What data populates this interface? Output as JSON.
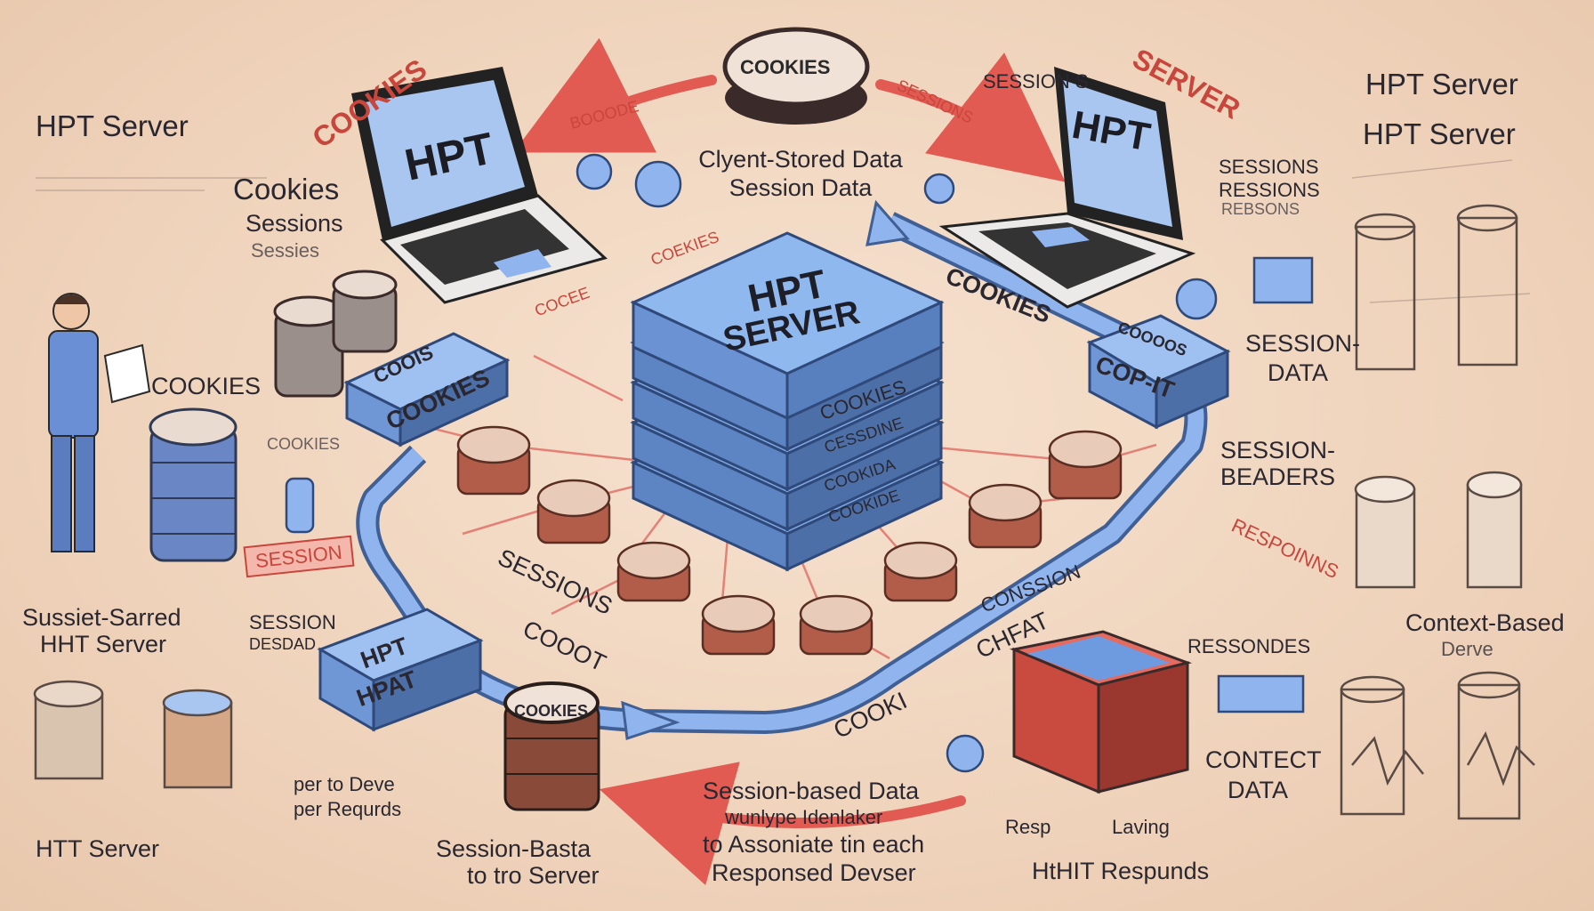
{
  "colors": {
    "background": "#efd6bf",
    "server_blue": "#7fa9e6",
    "server_blue_dark": "#4c6fa8",
    "arrow_red": "#e25b52",
    "arrow_blue": "#6e9be0",
    "ink": "#2a2730",
    "cookie_brown": "#9e5a45"
  },
  "icons": [
    "laptop-icon",
    "server-stack-icon",
    "cookie-stack-icon",
    "person-icon",
    "database-icon"
  ],
  "center": {
    "server_title": "HPT",
    "server_subtitle": "SERVER",
    "layer_labels": [
      "COOKIES",
      "CESSDINE",
      "COOKIDA",
      "COOKIDE"
    ]
  },
  "top": {
    "cookie_badge": "COOKIES",
    "left_arrow_label": "BOOODE",
    "right_arrow_label": "SESSIONS",
    "session_tag": "SESSION S",
    "client_data_line1": "Clyent-Stored Data",
    "client_data_line2": "Session Data"
  },
  "laptops": {
    "left_screen": "HPT",
    "right_screen": "HPT"
  },
  "left_column": {
    "title": "HPT Server",
    "cookies_heading": "Cookies",
    "sessions": "Sessions",
    "sessions_faded": "Sessies",
    "cookies_caps": "COOKIES",
    "cookie_small": "COOKIES",
    "person_caption_1": "Sussiet-Sarred",
    "person_caption_2": "HHT Server",
    "bottom_caption": "HTT Server",
    "per_line1": "per to Deve",
    "per_line2": "per Requrds"
  },
  "red_labels": {
    "cookies_curved": "COOKIES",
    "server_curved": "SERVER",
    "session_tag": "SESSION",
    "responses_tag": "RESPOINNS",
    "cocee_tag": "COCEE",
    "coekies_tag": "COEKIES"
  },
  "blue_boxes": {
    "left_box_top": "COOIS",
    "left_box_bottom": "COOKIES",
    "right_box_top": "COOOOS",
    "right_box_bottom": "COP-IT",
    "bottom_left_top": "HPT",
    "bottom_left_bottom": "HPAT"
  },
  "loop_labels": {
    "top_right": "COOKIES",
    "left": "SESSIONS",
    "bottom_left": "COOOT",
    "bottom_mid": "COOKI",
    "bottom_right": "CHFAT",
    "right": "CONSSION"
  },
  "right_column": {
    "title_1": "HPT Server",
    "title_2": "HPT Server",
    "sessions_1": "SESSIONS",
    "sessions_2": "RESSIONS",
    "sessions_3": "REBSONS",
    "session_data_1": "SESSION-",
    "session_data_2": "DATA",
    "session_headers_1": "SESSION-",
    "session_headers_2": "BEADERS",
    "responses": "RESSONDES",
    "context_based_1": "Context-Based",
    "context_based_2": "Derve",
    "context_data_1": "CONTECT",
    "context_data_2": "DATA"
  },
  "bottom": {
    "cookie_stack_label": "COOKIES",
    "session_basta_1": "Session-Basta",
    "session_basta_2": "to tro Server",
    "session_based_1": "Session-based Data",
    "session_based_2": "wunlype Idenlaker",
    "session_based_3": "to Assoniate tin each",
    "session_based_4": "Responsed Devser",
    "laving": "Laving",
    "resp": "Resp",
    "htht_responds": "HtHIT Respunds",
    "session_desdad_1": "SESSION",
    "session_desdad_2": "DESDAD"
  }
}
